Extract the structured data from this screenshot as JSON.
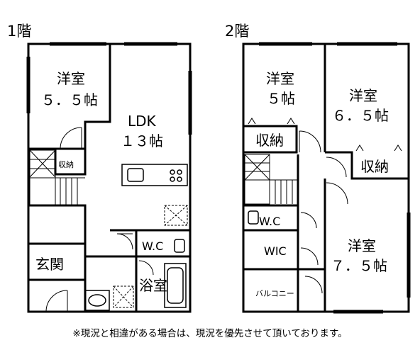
{
  "floors": {
    "first": {
      "label": "1階",
      "rooms": {
        "western": {
          "name": "洋室",
          "size": "５．５帖"
        },
        "ldk": {
          "name": "LDK",
          "size": "１３帖"
        },
        "storage": {
          "name": "収納"
        },
        "wc": {
          "name": "W.C"
        },
        "entrance": {
          "name": "玄関"
        },
        "bath": {
          "name": "浴室"
        }
      }
    },
    "second": {
      "label": "2階",
      "rooms": {
        "western_a": {
          "name": "洋室",
          "size": "５帖"
        },
        "western_b": {
          "name": "洋室",
          "size": "６．５帖"
        },
        "storage_a": {
          "name": "収納"
        },
        "storage_b": {
          "name": "収納"
        },
        "wc": {
          "name": "W.C"
        },
        "wic": {
          "name": "WIC"
        },
        "western_c": {
          "name": "洋室",
          "size": "７．５帖"
        },
        "balcony": {
          "name": "バルコニー"
        }
      }
    }
  },
  "note": "※現況と相違がある場合は、現況を優先させて頂いております。",
  "colors": {
    "wall": "#000000",
    "background": "#ffffff",
    "fixture": "#555555"
  }
}
